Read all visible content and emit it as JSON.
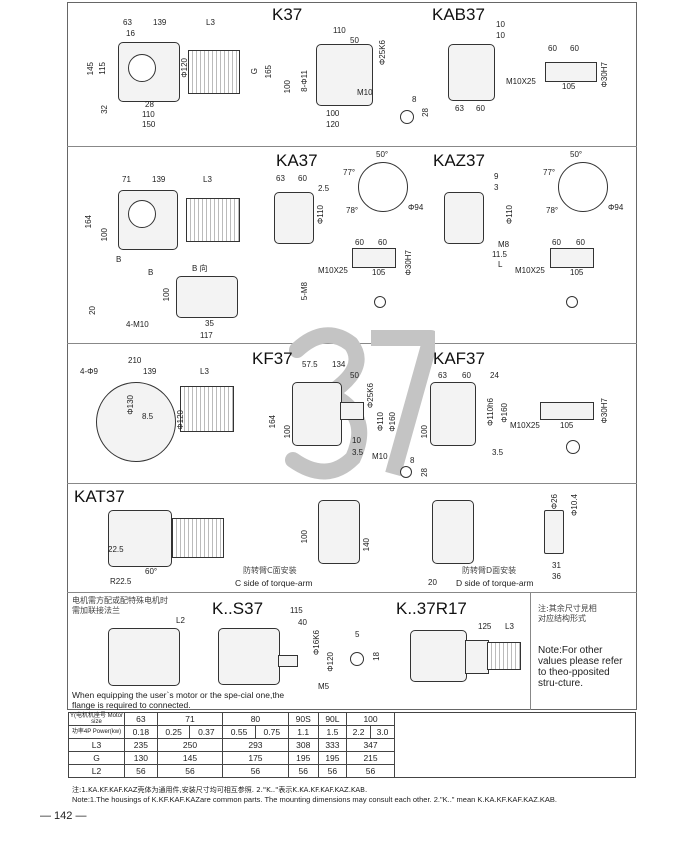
{
  "watermark": "37",
  "sections": {
    "k37": {
      "title": "K37",
      "dims": [
        "63",
        "139",
        "L3",
        "16",
        "145",
        "115",
        "Φ120",
        "28",
        "110",
        "150",
        "32",
        "165",
        "G"
      ]
    },
    "kab37": {
      "title": "KAB37",
      "dims": [
        "110",
        "50",
        "Φ25K6",
        "8-Φ11",
        "100",
        "M10",
        "100",
        "120",
        "8",
        "28",
        "10",
        "10",
        "60",
        "60",
        "M10X25",
        "105",
        "Φ30H7",
        "63",
        "60"
      ]
    },
    "ka37": {
      "title": "KA37",
      "dims": [
        "71",
        "139",
        "L3",
        "164",
        "100",
        "B",
        "B",
        "B 向",
        "63",
        "60",
        "2.5",
        "Φ110",
        "50°",
        "77°",
        "78°",
        "Φ94",
        "100",
        "35",
        "117",
        "20",
        "4-M10",
        "5-M8",
        "60",
        "60",
        "M10X25",
        "105",
        "Φ30H7"
      ]
    },
    "kaz37": {
      "title": "KAZ37",
      "dims": [
        "9",
        "3",
        "Φ110",
        "M8",
        "11.5",
        "L",
        "60",
        "60",
        "M10X25",
        "105",
        "50°",
        "77°",
        "78°",
        "Φ94"
      ]
    },
    "kf37": {
      "title": "KF37",
      "dims": [
        "210",
        "139",
        "L3",
        "4-Φ9",
        "Φ130",
        "Φ120",
        "8.5",
        "164",
        "57.5",
        "134",
        "50",
        "Φ25K6",
        "Φ160",
        "Φ110",
        "100",
        "10",
        "3.5",
        "M10",
        "8",
        "28"
      ]
    },
    "kaf37": {
      "title": "KAF37",
      "dims": [
        "63",
        "60",
        "24",
        "Φ110h6",
        "Φ160",
        "100",
        "3.5",
        "M10X25",
        "105",
        "Φ30H7"
      ]
    },
    "kat37": {
      "title": "KAT37",
      "dims": [
        "22.5",
        "R22.5",
        "60°",
        "100",
        "140",
        "20",
        "Φ26",
        "Φ10.4",
        "31",
        "36"
      ],
      "c_side_cn": "防转臂C面安装",
      "c_side_en": "C side of torque-arm",
      "d_side_cn": "防转臂D面安装",
      "d_side_en": "D side of torque-arm"
    },
    "ks37": {
      "title": "K..S37",
      "dims": [
        "115",
        "40",
        "Φ16K6",
        "Φ120",
        "M5",
        "5",
        "18"
      ]
    },
    "k37r17": {
      "title": "K..37R17",
      "dims": [
        "125",
        "L3"
      ]
    },
    "flange": {
      "cn_note": "电机需方配或配特殊电机时需加联接法兰",
      "dim": "L2",
      "en_note": "When equipping the user`s motor or the spe-cial one,the flange is required to connected."
    },
    "side_note": {
      "cn": "注:其余尺寸見相对应结构形式",
      "en": "Note:For other values please refer to theo-pposited stru-cture."
    }
  },
  "table": {
    "row_headers": [
      "Y(电机机座号 Motor size",
      "功率4P Power(kw)",
      "L3",
      "G",
      "L2"
    ],
    "motor_size": [
      "63",
      "71",
      "80",
      "90S",
      "90L",
      "100"
    ],
    "power": [
      "0.18",
      "0.25",
      "0.37",
      "0.55",
      "0.75",
      "1.1",
      "1.5",
      "2.2",
      "3.0"
    ],
    "L3": [
      "235",
      "250",
      "293",
      "308",
      "333",
      "347"
    ],
    "G": [
      "130",
      "145",
      "175",
      "195",
      "195",
      "215"
    ],
    "L2": [
      "56",
      "56",
      "56",
      "56",
      "56",
      "56"
    ]
  },
  "notes": {
    "cn": "注:1.KA.KF.KAF.KAZ壳体为通用件,安装尺寸均可相互参照.   2.\"K..\"表示K.KA.KF.KAF.KAZ.KAB.",
    "en": "Note:1.The  housings  of  K.KF.KAF.KAZare common parts. The mounting dimensions may consult each other.  2.\"K..\" mean K.KA.KF.KAF.KAZ.KAB."
  },
  "page_number": "— 142 —"
}
